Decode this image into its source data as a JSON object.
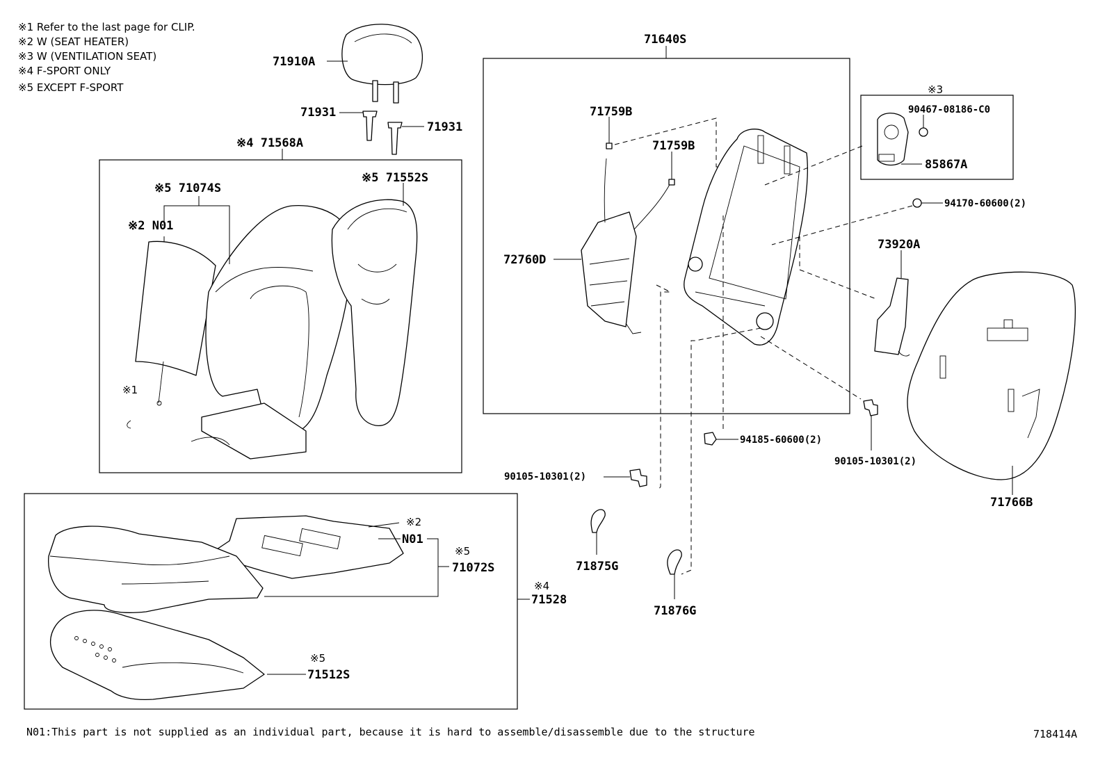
{
  "notes": [
    "※1  Refer to the last page for CLIP.",
    "※2  W (SEAT  HEATER)",
    "※3  W (VENTILATION  SEAT)",
    "※4  F-SPORT  ONLY",
    "※5  EXCEPT  F-SPORT"
  ],
  "labels": {
    "p71910A": "71910A",
    "p71931_left": "71931",
    "p71931_right": "71931",
    "p71568A": "※4 71568A",
    "p71074S": "※5 71074S",
    "p71552S": "※5 71552S",
    "pN01_upper": "※2 N01",
    "clip_mark": "※1",
    "p71640S": "71640S",
    "p71759B_1": "71759B",
    "p71759B_2": "71759B",
    "p72760D": "72760D",
    "mark3": "※3",
    "p90467": "90467-08186-C0",
    "p85867A": "85867A",
    "p94170": "94170-60600(2)",
    "p73920A": "73920A",
    "p71766B": "71766B",
    "p90105_right": "90105-10301(2)",
    "p94185": "94185-60600(2)",
    "p90105_left": "90105-10301(2)",
    "p71875G": "71875G",
    "p71876G": "71876G",
    "mark2_lower": "※2",
    "pN01_lower": "N01",
    "mark5_lower": "※5",
    "p71072S": "71072S",
    "mark4_lower": "※4",
    "p71528": "71528",
    "mark5_bottom": "※5",
    "p71512S": "71512S"
  },
  "footer": {
    "note": "N01:This part is not supplied as an individual part, because it is hard to assemble/disassemble due to the structure",
    "figure_id": "718414A"
  }
}
